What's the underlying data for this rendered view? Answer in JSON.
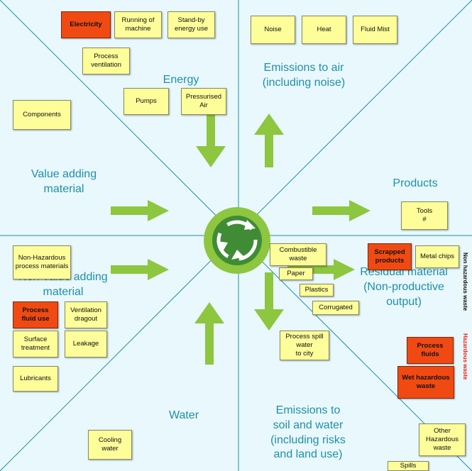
{
  "quadrant_labels": {
    "energy": "Energy",
    "emissions_air": "Emissions to air\n(including noise)",
    "value_adding": "Value adding\nmaterial",
    "products": "Products",
    "non_value_adding": "Non-value adding\nmaterial",
    "residual": "Residual material\n(Non-productive\noutput)",
    "water": "Water",
    "emissions_soil": "Emissions to\nsoil and water\n(including risks\nand land use)"
  },
  "side_labels": {
    "non_hazardous": "Non hazardous waste",
    "hazardous": "Hazardous waste"
  },
  "notes": {
    "electricity": "Electricity",
    "running_machine": "Running of machine",
    "standby": "Stand-by energy use",
    "process_ventilation": "Process ventilation",
    "pumps": "Pumps",
    "pressurised_air": "Pressurised Air",
    "components": "Components",
    "noise": "Noise",
    "heat": "Heat",
    "fluid_mist": "Fluid Mist",
    "tools": "Tools\n#",
    "non_hazardous_materials": "Non-Hazardous process materials",
    "process_fluid_use": "Process fluid use",
    "ventilation_dragout": "Ventilation dragout",
    "surface_treatment": "Surface treatment",
    "leakage": "Leakage",
    "lubricants": "Lubricants",
    "cooling_water": "Cooling water",
    "combustible_waste": "Combustible waste",
    "paper": "Paper",
    "plastics": "Plastics",
    "corrugated": "Corrugated",
    "scrapped_products": "Scrapped products",
    "metal_chips": "Metal chips",
    "process_spill": "Process spill water\nto city",
    "process_fluids": "Process fluids",
    "wet_hazardous": "Wet hazardous waste",
    "other_hazardous": "Other Hazardous waste",
    "spills": "Spills"
  },
  "colors": {
    "background": "#e9f8fd",
    "grid_line": "#1f8fa8",
    "arrow": "#8dc63f",
    "label": "#1f8fa8",
    "note_yellow": "#fdfd9a",
    "note_red": "#f04a12",
    "hazardous_text": "#e8251a"
  },
  "icons": {
    "center": "recycle-icon"
  }
}
